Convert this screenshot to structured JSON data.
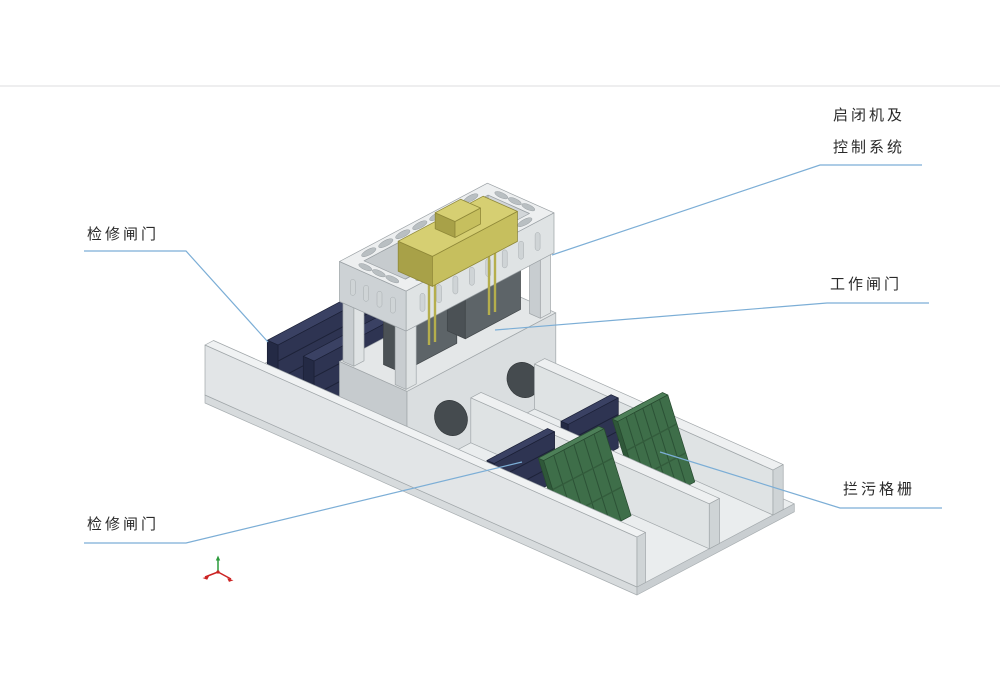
{
  "figure": {
    "type": "isometric-cad-diagram",
    "subject": "sluice gate structure with hoist, gates and trash rack",
    "background": "#ffffff"
  },
  "labels": {
    "hoist_line1": "启闭机及",
    "hoist_line2": "控制系统",
    "maintenance_gate_upper": "检修闸门",
    "working_gate": "工作闸门",
    "maintenance_gate_lower": "检修闸门",
    "trash_rack": "拦污格栅"
  },
  "colors": {
    "leader_line": "#7caed6",
    "top_rule": "#dcdedf",
    "concrete_top": "#eef0f1",
    "concrete_front": "#dfe3e4",
    "concrete_side": "#c8cdd0",
    "gate_navy": "#2e3452",
    "gate_navy_dark": "#242a45",
    "gate_navy_top": "#3a4163",
    "gate_gray": "#5d6468",
    "gate_gray_dark": "#4b5155",
    "gate_gray_top": "#6d7478",
    "rack_green": "#3e6e49",
    "rack_green_dark": "#2f5839",
    "rack_green_top": "#4d7f58",
    "hoist_yellow": "#c6bf5e",
    "hoist_yellow_dark": "#a8a148",
    "hoist_yellow_top": "#d6cf72",
    "axis_red": "#cc2222",
    "axis_green": "#2a9a3a"
  }
}
